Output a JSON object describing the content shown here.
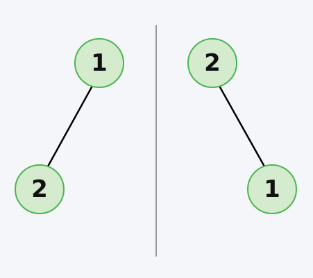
{
  "diagram": {
    "colors": {
      "background": "#f4f6f9",
      "node_fill": "#d4ebcd",
      "node_stroke": "#4cb552",
      "edge": "#000000",
      "divider": "#9a9a9a",
      "label": "#111111"
    },
    "left_tree": {
      "root_label": "1",
      "child_label": "2"
    },
    "right_tree": {
      "root_label": "2",
      "child_label": "1"
    }
  }
}
